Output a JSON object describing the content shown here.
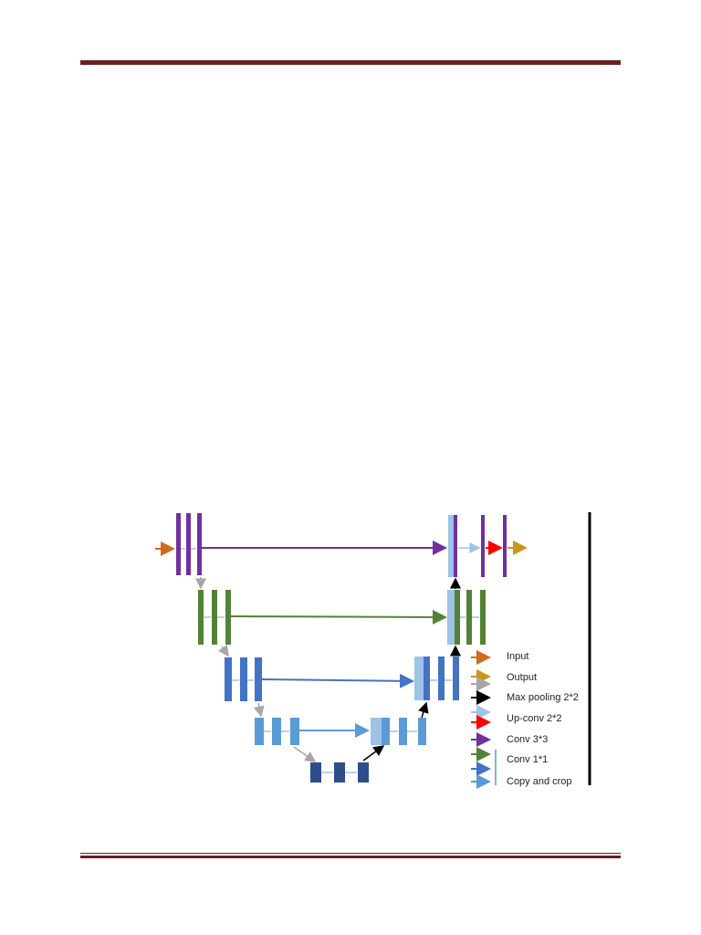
{
  "colors": {
    "rule": "#6b1f1f",
    "input_arrow": "#d2691e",
    "output_arrow": "#c9961a",
    "max_pooling_arrow": "#000000",
    "up_conv_arrow": "#a6a6a6",
    "conv3x3_arrow": "#7030a0",
    "conv1x1_arrow": "#548235",
    "copy_crop_arrow": "#4472c4",
    "level1_block": "#7030a0",
    "level2_block": "#548235",
    "level3_block": "#4472c4",
    "level4_block": "#5b9bd5",
    "bottom_block": "#2e4d8a",
    "concat_block": "#9dc3e6",
    "red_arrow": "#ff0000",
    "divider": "#000000"
  },
  "legend": [
    {
      "label": "Input",
      "arrow": "#d2691e"
    },
    {
      "label": "Output",
      "arrow": "#c9961a"
    },
    {
      "label": "Max pooling 2*2",
      "arrow": "#a6a6a6"
    },
    {
      "label": "Max pooling 2*2",
      "arrow": "#000000"
    },
    {
      "label": "Up-conv 2*2",
      "arrow": "#9dc3e6"
    },
    {
      "label": "Up-conv 2*2",
      "arrow": "#ff0000"
    },
    {
      "label": "Conv 3*3",
      "arrow": "#7030a0"
    },
    {
      "label": "Conv 1*1",
      "arrow": "#548235"
    },
    {
      "label": "Conv 1*1",
      "arrow": "#4472c4"
    },
    {
      "label": "Copy and crop",
      "arrow": "#5b9bd5"
    }
  ],
  "legend_labels": {
    "input": "Input",
    "output": "Output",
    "max_pooling": "Max pooling 2*2",
    "up_conv": "Up-conv 2*2",
    "conv3": "Conv 3*3",
    "conv1": "Conv 1*1",
    "copy_crop": "Copy and crop"
  }
}
